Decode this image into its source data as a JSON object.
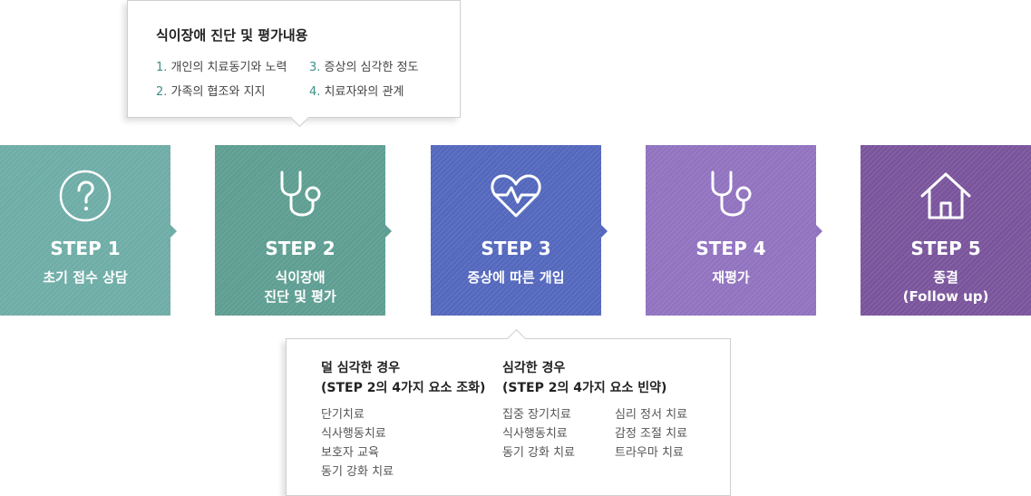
{
  "assessment": {
    "title": "식이장애 진단 및 평가내용",
    "items": [
      {
        "num": "1.",
        "text": "개인의 치료동기와 노력"
      },
      {
        "num": "2.",
        "text": "가족의 협조와 지지"
      },
      {
        "num": "3.",
        "text": "증상의 심각한 정도"
      },
      {
        "num": "4.",
        "text": "치료자와의 관계"
      }
    ]
  },
  "steps": [
    {
      "step": "STEP 1",
      "label_line1": "초기 접수 상담",
      "label_line2": "",
      "icon": "question-circle-icon",
      "color": "#6fada7"
    },
    {
      "step": "STEP 2",
      "label_line1": "식이장애",
      "label_line2": "진단 및 평가",
      "icon": "stethoscope-icon",
      "color": "#5f9e92"
    },
    {
      "step": "STEP 3",
      "label_line1": "증상에 따른 개입",
      "label_line2": "",
      "icon": "heartbeat-icon",
      "color": "#5468bd"
    },
    {
      "step": "STEP 4",
      "label_line1": "재평가",
      "label_line2": "",
      "icon": "stethoscope-icon",
      "color": "#9173c0"
    },
    {
      "step": "STEP 5",
      "label_line1": "종결",
      "label_line2": "(Follow up)",
      "icon": "home-icon",
      "color": "#7a559c"
    }
  ],
  "intervention": {
    "mild": {
      "title_line1": "덜 심각한 경우",
      "title_line2": "(STEP 2의 4가지 요소 조화)",
      "items": [
        "단기치료",
        "식사행동치료",
        "보호자 교육",
        "동기 강화 치료"
      ]
    },
    "severe": {
      "title_line1": "심각한 경우",
      "title_line2": "(STEP 2의 4가지 요소 빈약)",
      "items_col1": [
        "집중 장기치료",
        "식사행동치료",
        "동기 강화 치료"
      ],
      "items_col2": [
        "심리 정서 치료",
        "감정 조절 치료",
        "트라우마 치료"
      ]
    }
  }
}
